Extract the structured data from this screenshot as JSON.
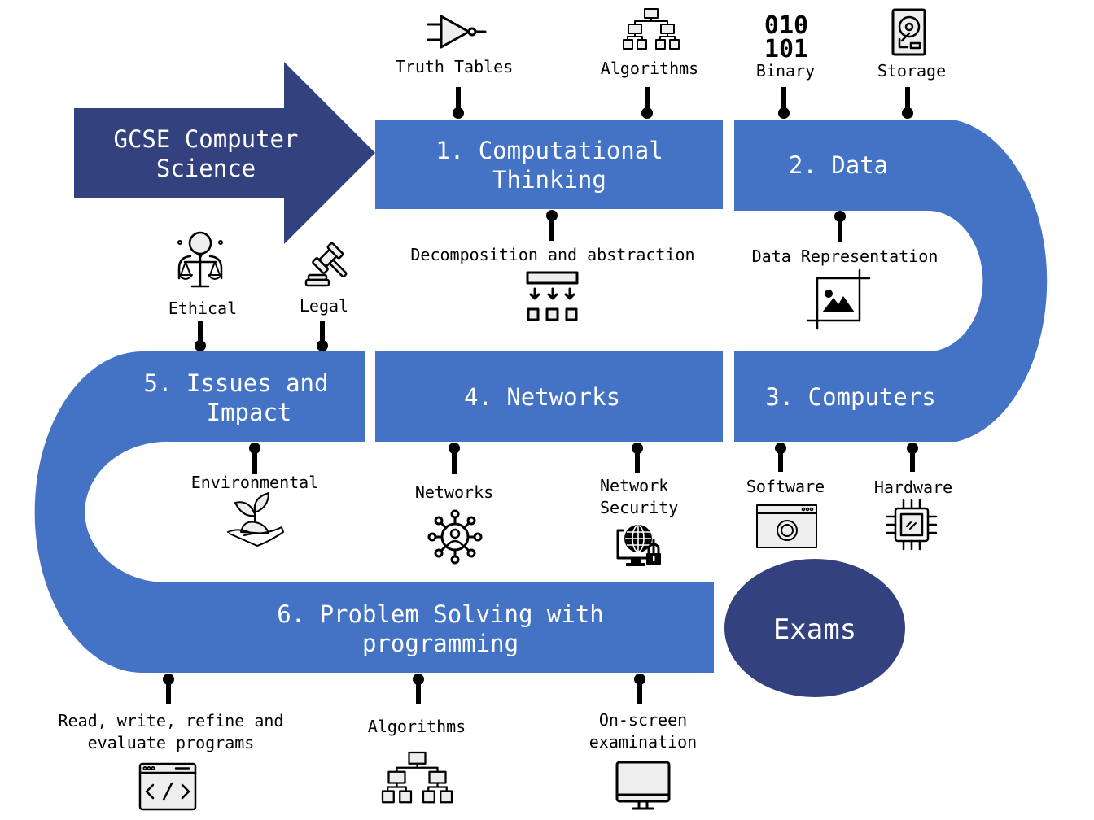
{
  "title": "GCSE Computer Science",
  "colors": {
    "band": "#4472C4",
    "arrow": "#33427F",
    "exam": "#33427F",
    "text_on_band": "#FFFFFF",
    "leaf_text": "#000000"
  },
  "start_arrow": {
    "line1": "GCSE Computer",
    "line2": "Science"
  },
  "units": [
    {
      "number": "1.",
      "line1": "1. Computational",
      "line2": "Thinking",
      "topics": [
        {
          "label": "Truth Tables",
          "icon": "logic-gate-icon"
        },
        {
          "label": "Algorithms",
          "icon": "hierarchy-icon"
        },
        {
          "label": "Decomposition and abstraction",
          "icon": "decomposition-icon"
        }
      ]
    },
    {
      "number": "2.",
      "line1": "2. Data",
      "topics": [
        {
          "label": "Binary",
          "icon": "binary-icon",
          "glyph_line1": "010",
          "glyph_line2": "101"
        },
        {
          "label": "Storage",
          "icon": "hard-drive-icon"
        },
        {
          "label": "Data Representation",
          "icon": "image-crop-icon"
        }
      ]
    },
    {
      "number": "3.",
      "line1": "3. Computers",
      "topics": [
        {
          "label": "Software",
          "icon": "software-window-gear-icon"
        },
        {
          "label": "Hardware",
          "icon": "cpu-chip-icon"
        }
      ]
    },
    {
      "number": "4.",
      "line1": "4. Networks",
      "topics": [
        {
          "label": "Networks",
          "icon": "network-hub-icon"
        },
        {
          "label_line1": "Network",
          "label_line2": "Security",
          "icon": "globe-lock-monitor-icon"
        }
      ]
    },
    {
      "number": "5.",
      "line1": "5. Issues and",
      "line2": "Impact",
      "topics": [
        {
          "label": "Ethical",
          "icon": "person-scales-icon"
        },
        {
          "label": "Legal",
          "icon": "gavel-icon"
        },
        {
          "label": "Environmental",
          "icon": "hand-plant-icon"
        }
      ]
    },
    {
      "number": "6.",
      "line1": "6. Problem Solving with",
      "line2": "programming",
      "topics": [
        {
          "label_line1": "Read, write, refine and",
          "label_line2": "evaluate programs",
          "icon": "code-window-icon"
        },
        {
          "label": "Algorithms",
          "icon": "hierarchy-icon"
        },
        {
          "label_line1": "On-screen",
          "label_line2": "examination",
          "icon": "monitor-icon"
        }
      ]
    }
  ],
  "finish": {
    "label": "Exams"
  }
}
